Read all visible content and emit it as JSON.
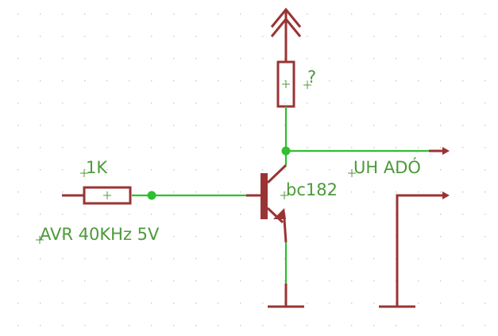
{
  "labels": {
    "collector_resistor_value": "?",
    "base_resistor_value": "1K",
    "transistor_name": "bc182",
    "output_label": "UH ADÓ",
    "input_label": "AVR 40KHz 5V"
  },
  "colors": {
    "background": "#ffffff",
    "grid_dot": "#c9c9c9",
    "symbol": "#9a3434",
    "wire": "#2fbf2f",
    "text": "#4c9a3a"
  },
  "icons": [
    "supply-arrow-icon",
    "resistor-icon",
    "npn-transistor-icon",
    "ground-icon",
    "output-port-icon"
  ]
}
